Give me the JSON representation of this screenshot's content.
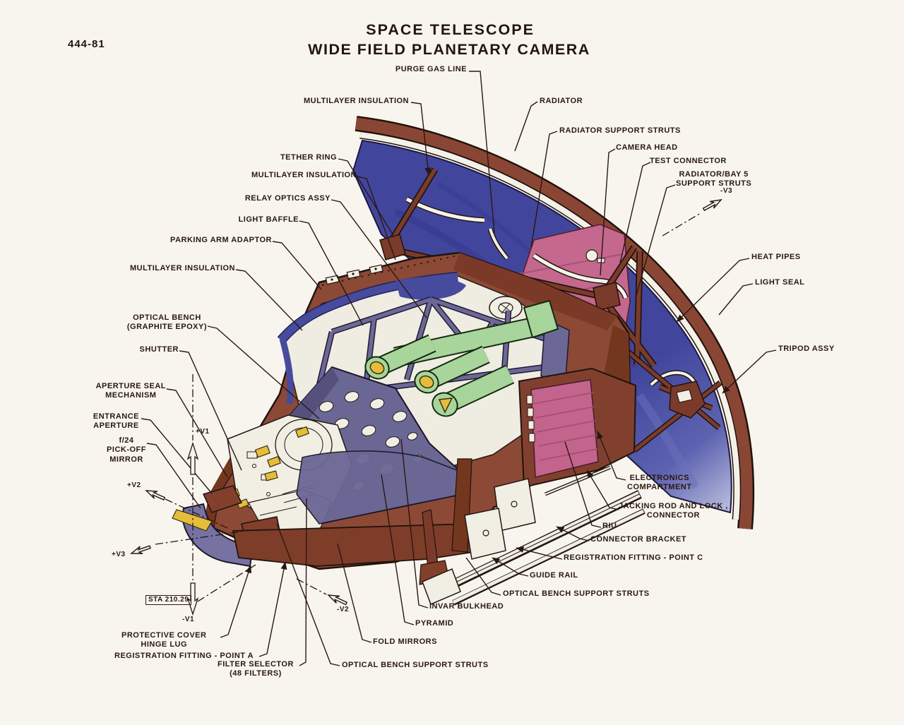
{
  "document": {
    "number": "444-81",
    "title_line1": "SPACE TELESCOPE",
    "title_line2": "WIDE FIELD PLANETARY CAMERA"
  },
  "labels": {
    "purge_gas_line": "PURGE GAS LINE",
    "multilayer_insulation_top": "MULTILAYER INSULATION",
    "radiator": "RADIATOR",
    "radiator_support_struts": "RADIATOR SUPPORT STRUTS",
    "camera_head": "CAMERA HEAD",
    "test_connector": "TEST CONNECTOR",
    "radiator_bay5_support_struts": "RADIATOR/BAY 5\nSUPPORT STRUTS",
    "tether_ring": "TETHER RING",
    "multilayer_insulation_mid": "MULTILAYER INSULATION",
    "relay_optics_assy": "RELAY OPTICS ASSY",
    "light_baffle": "LIGHT BAFFLE",
    "parking_arm_adaptor": "PARKING ARM ADAPTOR",
    "multilayer_insulation_lower": "MULTILAYER INSULATION",
    "heat_pipes": "HEAT PIPES",
    "light_seal": "LIGHT SEAL",
    "tripod_assy": "TRIPOD ASSY",
    "optical_bench": "OPTICAL BENCH\n(GRAPHITE EPOXY)",
    "shutter": "SHUTTER",
    "aperture_seal_mechanism": "APERTURE SEAL\nMECHANISM",
    "entrance_aperture": "ENTRANCE\nAPERTURE",
    "pickoff_mirror": "f/24\nPICK-OFF\nMIRROR",
    "protective_cover_hinge_lug": "PROTECTIVE COVER\nHINGE LUG",
    "registration_fitting_a": "REGISTRATION FITTING - POINT A",
    "filter_selector": "FILTER SELECTOR\n(48 FILTERS)",
    "optical_bench_support_struts_left": "OPTICAL BENCH SUPPORT STRUTS",
    "fold_mirrors": "FOLD MIRRORS",
    "pyramid": "PYRAMID",
    "invar_bulkhead": "INVAR BULKHEAD",
    "optical_bench_support_struts_right": "OPTICAL BENCH SUPPORT STRUTS",
    "guide_rail": "GUIDE RAIL",
    "registration_fitting_c": "REGISTRATION FITTING - POINT C",
    "connector_bracket": "CONNECTOR BRACKET",
    "riu": "RIU",
    "jacking_rod": "JACKING ROD AND LOCK ,\nCONNECTOR",
    "electronics_compartment": "ELECTRONICS\nCOMPARTMENT"
  },
  "axis_markers": {
    "plus_v1": "+V1",
    "minus_v1": "-V1",
    "plus_v2": "+V2",
    "minus_v2": "-V2",
    "plus_v3": "+V3",
    "minus_v3": "-V3"
  },
  "station_marker": "STA 210.29",
  "colors": {
    "paper": "#f8f5ee",
    "ink": "#2a1712",
    "body_brown": "#8c4936",
    "body_brown_dark": "#73371f",
    "rim_brown": "#8a4634",
    "radiator_blue": "#454a9e",
    "bay_pink": "#c4688e",
    "optics_green": "#a7d59c",
    "filter_gold": "#e4bd3c",
    "baffle_purple": "#6b6794",
    "mech_white": "#f1eee4"
  }
}
